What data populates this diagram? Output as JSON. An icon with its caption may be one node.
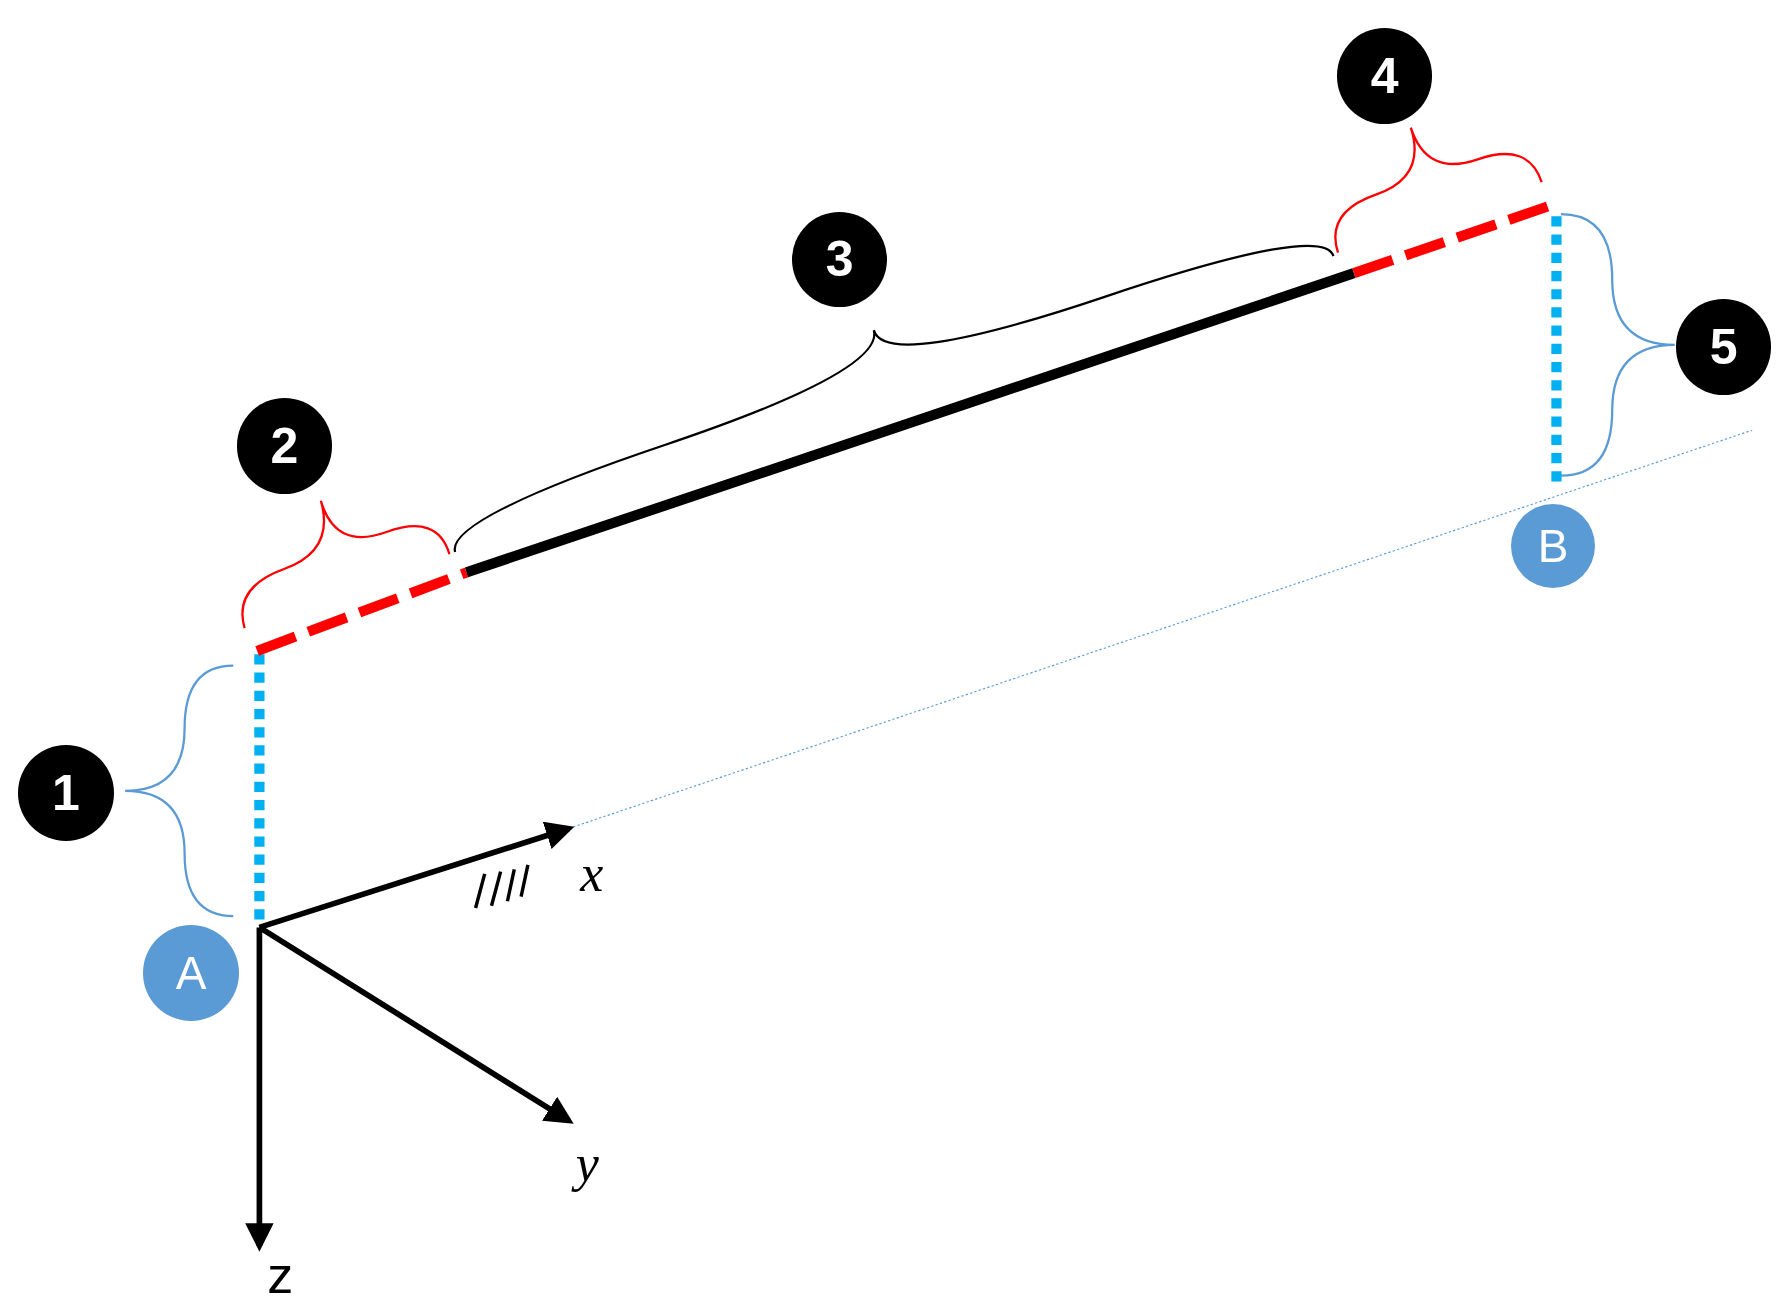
{
  "diagram": {
    "nodes": [
      {
        "text": [
          "1"
        ]
      },
      {
        "text": [
          "2"
        ]
      },
      {
        "text": [
          "3"
        ]
      },
      {
        "text": [
          "4"
        ]
      },
      {
        "text": [
          "5"
        ]
      },
      {
        "text": [
          "A"
        ]
      },
      {
        "text": [
          "B"
        ]
      }
    ],
    "labels": [
      "x",
      "y",
      "z"
    ]
  }
}
